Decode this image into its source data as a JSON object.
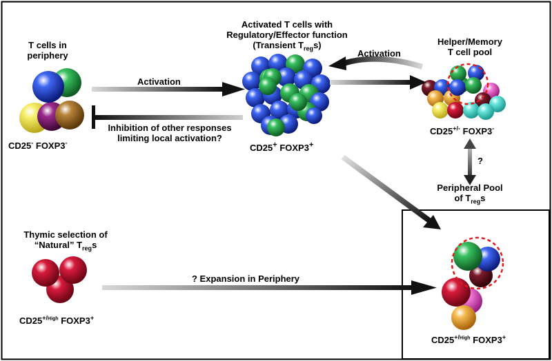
{
  "colors": {
    "blue": "#1f45d8",
    "green": "#2fae52",
    "yellow": "#f2e84a",
    "purple": "#8a1c7a",
    "brown": "#a77128",
    "crimson": "#c81233",
    "maroon": "#6e1222",
    "cyan": "#5fe0d6",
    "pink": "#ee66cc",
    "orange": "#f2a93a",
    "dashed_circle": "#e11b1b"
  },
  "naive": {
    "title_line1": "T cells in",
    "title_line2": "periphery",
    "phenotype_cd": "CD25",
    "phenotype_cd_sup": "-",
    "phenotype_fox": "FOXP3",
    "phenotype_fox_sup": "-"
  },
  "activated": {
    "title_line1": "Activated T cells with",
    "title_line2": "Regulatory/Effector function",
    "title_line3_prefix": "(Transient T",
    "title_line3_sub": "reg",
    "title_line3_suffix": "s)",
    "phenotype_cd": "CD25",
    "phenotype_cd_sup": "+",
    "phenotype_fox": "FOXP3",
    "phenotype_fox_sup": "+"
  },
  "memory": {
    "title_line1": "Helper/Memory",
    "title_line2": "T cell pool",
    "phenotype_cd": "CD25",
    "phenotype_cd_sup": "+/-",
    "phenotype_fox": "FOXP3",
    "phenotype_fox_sup": "-"
  },
  "peripheral_pool": {
    "line1": "Peripheral Pool",
    "line2_prefix": "of T",
    "line2_sub": "reg",
    "line2_suffix": "s",
    "question": "?"
  },
  "thymic": {
    "line1": "Thymic selection of",
    "line2_prefix": "“Natural” T",
    "line2_sub": "reg",
    "line2_suffix": "s",
    "phenotype_cd": "CD25",
    "phenotype_cd_sup": "+/",
    "phenotype_cd_sup_small": "High",
    "phenotype_fox": "FOXP3",
    "phenotype_fox_sup": "+"
  },
  "treg_pool": {
    "phenotype_cd": "CD25",
    "phenotype_cd_sup": "+/",
    "phenotype_cd_sup_small": "High",
    "phenotype_fox": "FOXP3",
    "phenotype_fox_sup": "+"
  },
  "arrows": {
    "activation_label": "Activation",
    "memory_activation_label": "Activation",
    "inhibition_line1": "Inhibition of other responses",
    "inhibition_line2": "limiting local activation?",
    "expansion_label": "? Expansion in Periphery"
  }
}
